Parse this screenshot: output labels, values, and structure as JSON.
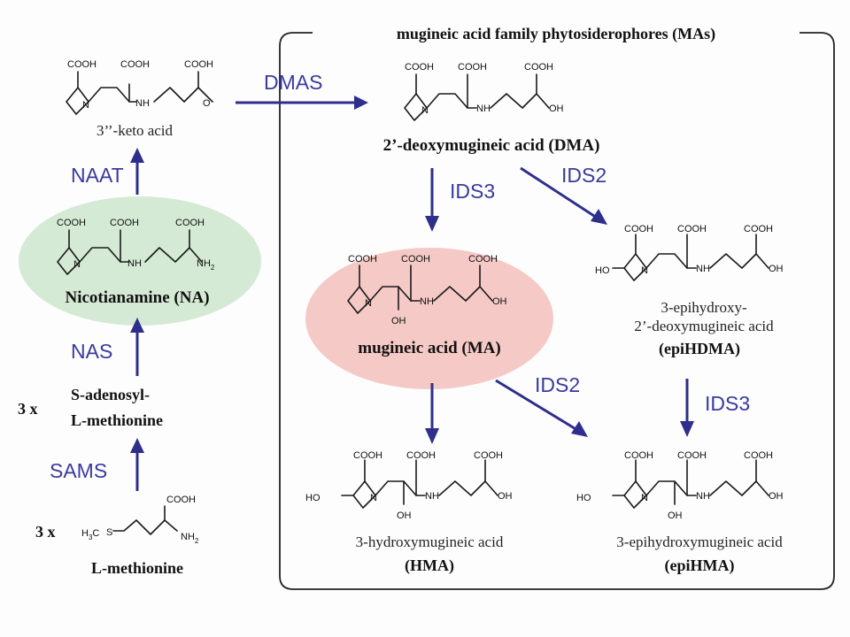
{
  "box_title": "mugineic acid family phytosiderophores (MAs)",
  "enzymes": {
    "dmas": "DMAS",
    "naat": "NAAT",
    "nas": "NAS",
    "sams": "SAMS",
    "ids3_a": "IDS3",
    "ids2_a": "IDS2",
    "ids2_b": "IDS2",
    "ids3_b": "IDS3"
  },
  "atoms": {
    "cooh": "COOH",
    "nh": "NH",
    "n": "N",
    "o": "O",
    "oh": "OH",
    "ho": "HO",
    "nh2": "NH",
    "nh2_sub": "2",
    "h3c": "H",
    "h3c_sub": "3",
    "h3c_c": "C",
    "s": "S"
  },
  "compounds": {
    "keto": {
      "name": "3’’-keto acid"
    },
    "na": {
      "name": "Nicotianamine (NA)"
    },
    "sam": {
      "multiplier": "3 x",
      "line1": "S-adenosyl-",
      "line2": "L-methionine"
    },
    "met": {
      "multiplier": "3 x",
      "name": "L-methionine"
    },
    "dma": {
      "name": "2’-deoxymugineic acid (DMA)"
    },
    "ma": {
      "name": "mugineic acid (MA)"
    },
    "epihdma": {
      "line1": "3-epihydroxy-",
      "line2": "2’-deoxymugineic acid",
      "abbr": "(epiHDMA)"
    },
    "hma": {
      "name": "3-hydroxymugineic acid",
      "abbr": "(HMA)"
    },
    "epihma": {
      "name": "3-epihydroxymugineic acid",
      "abbr": "(epiHMA)"
    }
  },
  "colors": {
    "arrow": "#2e2e8c",
    "enzyme_text": "#3a3aa0",
    "na_highlight": "#d5ead4",
    "ma_highlight": "#f5c9c6"
  }
}
